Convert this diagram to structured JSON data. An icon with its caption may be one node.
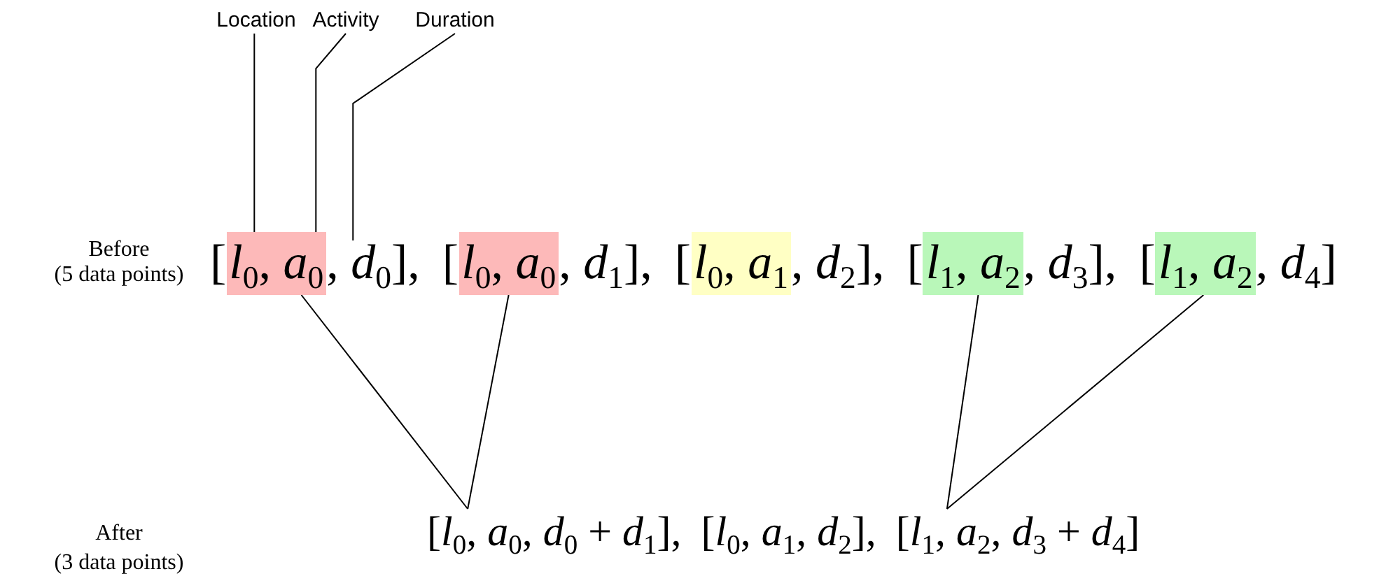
{
  "diagram": {
    "nodes": [
      {
        "text": [
          "Location"
        ]
      },
      {
        "text": [
          "Activity"
        ]
      },
      {
        "text": [
          "Duration"
        ]
      },
      {
        "text": [
          "*l*$_{0}$, *a*$_{0}$"
        ]
      },
      {
        "text": [
          ", *d*$_{0}$],"
        ]
      },
      {
        "text": [
          "*l*$_{0}$, *a*$_{0}$"
        ]
      },
      {
        "text": [
          "*l*$_{0}$, *a*$_{1}$"
        ]
      },
      {
        "text": [
          "*l*$_{1}$, *a*$_{2}$"
        ]
      },
      {
        "text": [
          "*l*$_{1}$, *a*$_{2}$"
        ]
      },
      {
        "text": [
          "[*l*$_{0}$, *a*$_{0}$, *d*$_{0}$ + *d*$_{1}$],"
        ]
      },
      {
        "text": [
          "[*l*$_{0}$, *a*$_{1}$, *d*$_{2}$],"
        ]
      },
      {
        "text": [
          "[*l*$_{1}$, *a*$_{2}$, *d*$_{3}$ + *d*$_{4}$]"
        ]
      }
    ],
    "edges": [
      {
        "from": 0,
        "to": 3,
        "arrow": "none"
      },
      {
        "from": 1,
        "to": 3,
        "arrow": "none"
      },
      {
        "from": 2,
        "to": 4,
        "arrow": "none"
      },
      {
        "from": 3,
        "to": 9,
        "arrow": "none"
      },
      {
        "from": 5,
        "to": 9,
        "arrow": "none"
      },
      {
        "from": 7,
        "to": 11,
        "arrow": "none"
      },
      {
        "from": 8,
        "to": 11,
        "arrow": "none"
      }
    ],
    "labels": [
      "Before",
      "(5 data points)",
      "[",
      "[",
      ", *d*$_{1}$],",
      "[",
      ", *d*$_{2}$],",
      "[",
      ", *d*$_{3}$],",
      "[",
      ", *d*$_{4}$]",
      "After",
      "(3 data points)"
    ]
  }
}
